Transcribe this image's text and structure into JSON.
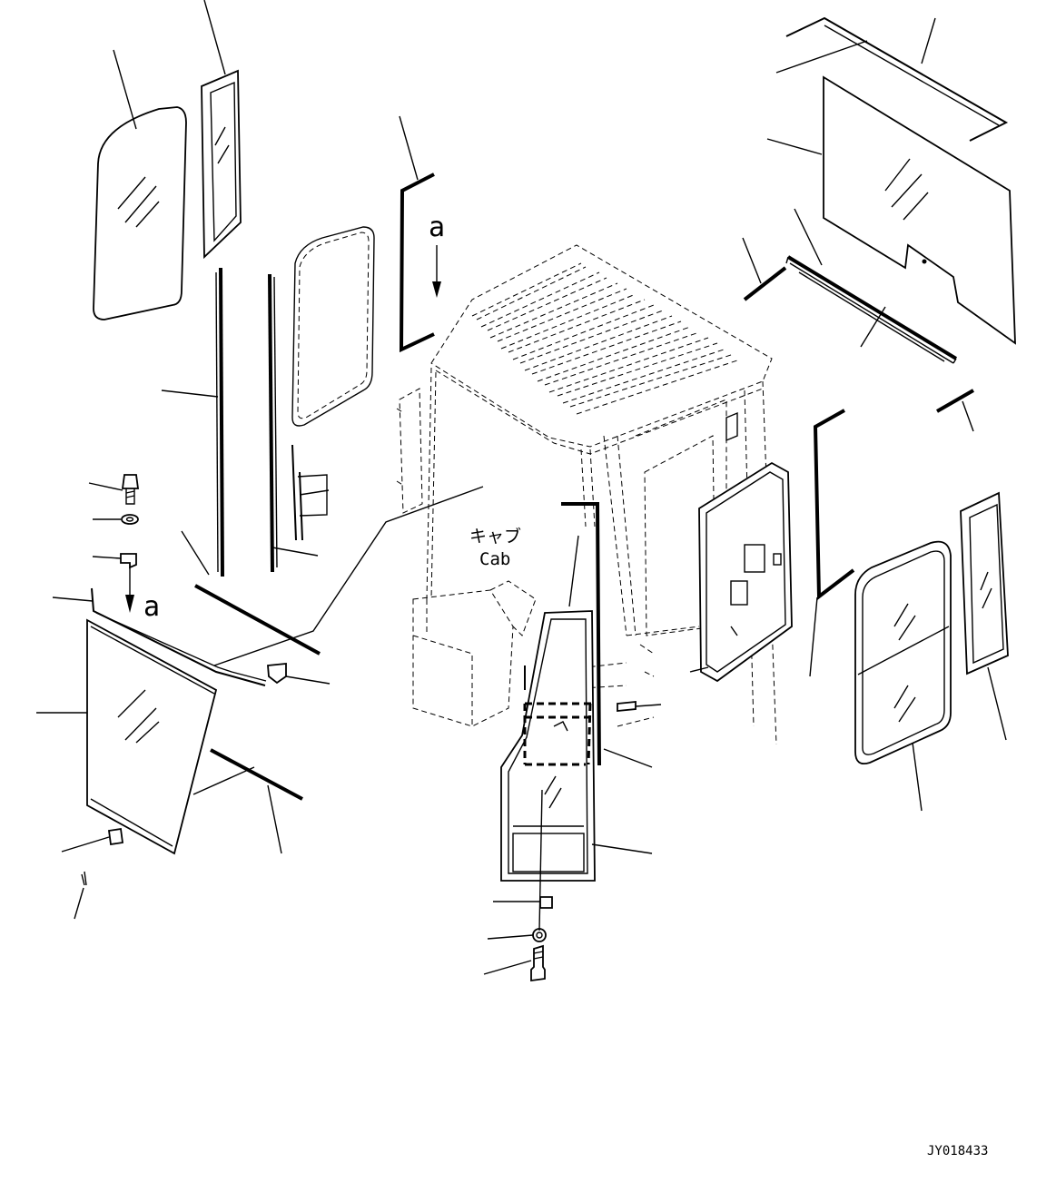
{
  "cab_label": {
    "jp": "キャブ",
    "en": "Cab"
  },
  "view_marker_top": "a",
  "view_marker_left": "a",
  "drawing_id": "JY018433"
}
